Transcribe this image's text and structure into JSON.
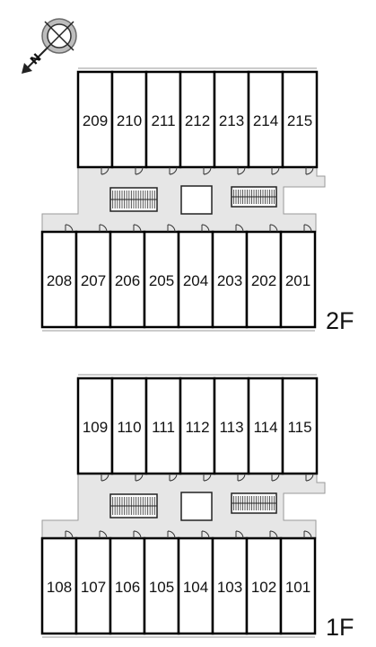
{
  "compass": {
    "icon": "compass-north-icon",
    "label": "N"
  },
  "floors": [
    {
      "id": "2F",
      "label": "2F",
      "upper_units": [
        "209",
        "210",
        "211",
        "212",
        "213",
        "214",
        "215"
      ],
      "lower_units": [
        "208",
        "207",
        "206",
        "205",
        "204",
        "203",
        "202",
        "201"
      ]
    },
    {
      "id": "1F",
      "label": "1F",
      "upper_units": [
        "109",
        "110",
        "111",
        "112",
        "113",
        "114",
        "115"
      ],
      "lower_units": [
        "108",
        "107",
        "106",
        "105",
        "104",
        "103",
        "102",
        "101"
      ]
    }
  ],
  "colors": {
    "corridor": "#e6e6e6",
    "wall": "#000000",
    "unit_fill": "#ffffff"
  }
}
